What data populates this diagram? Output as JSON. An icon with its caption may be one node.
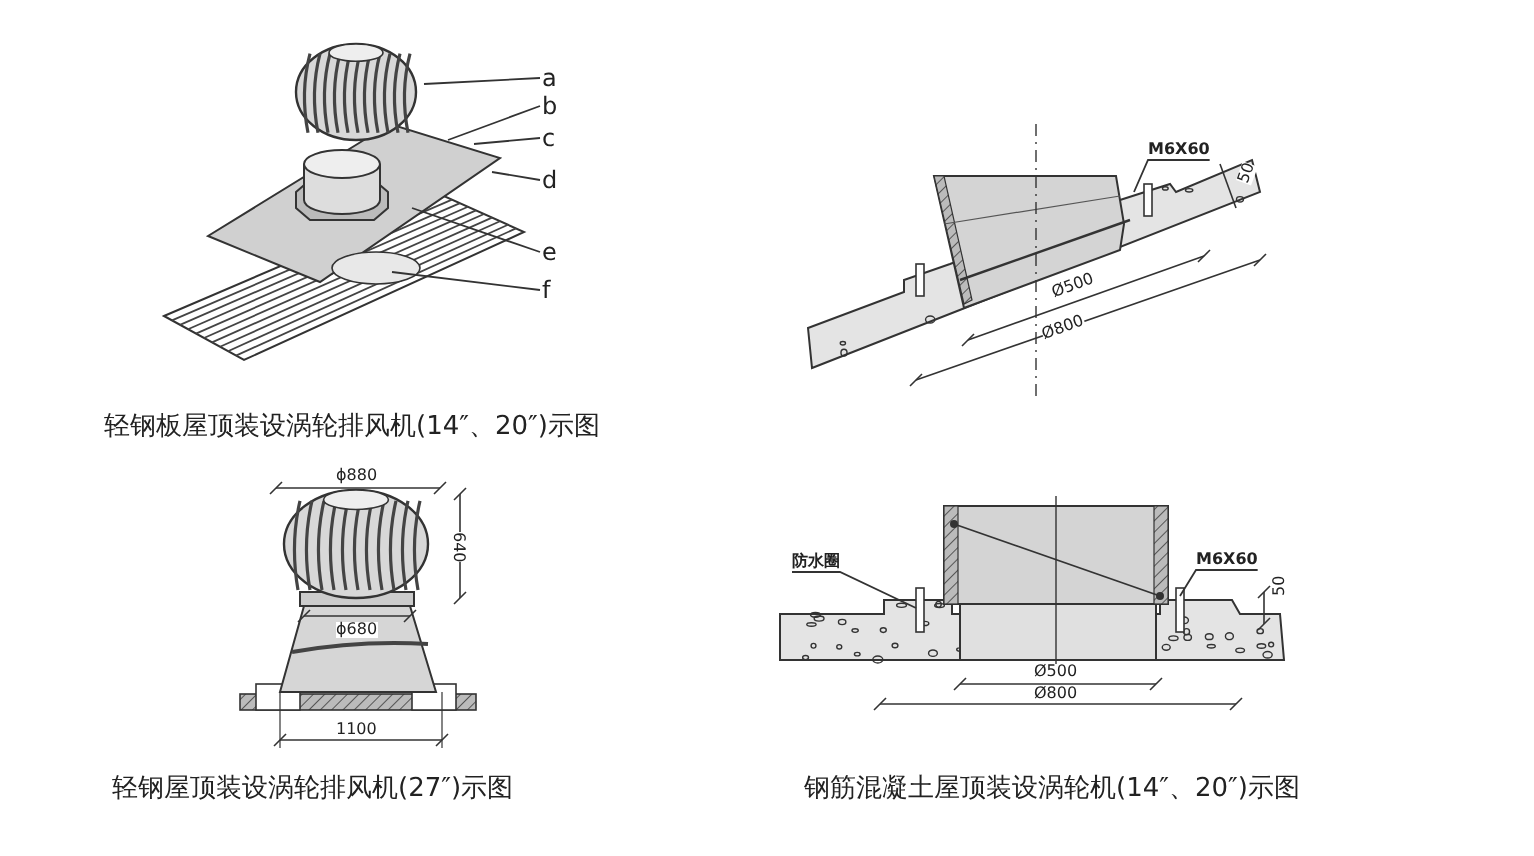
{
  "diagram": {
    "nodes": [
      {
        "text": [
          "a"
        ]
      },
      {
        "text": [
          "b"
        ]
      },
      {
        "text": [
          "c"
        ]
      },
      {
        "text": [
          "d"
        ]
      },
      {
        "text": [
          "e"
        ]
      },
      {
        "text": [
          "f"
        ]
      },
      {
        "text": [
          "M6X60"
        ]
      },
      {
        "text": [
          "防水圈"
        ]
      },
      {
        "text": [
          "M6X60"
        ]
      }
    ],
    "edges": [
      {
        "from": 0,
        "to": null,
        "arrow": "none"
      },
      {
        "from": 1,
        "to": null,
        "arrow": "none"
      },
      {
        "from": 2,
        "to": null,
        "arrow": "none"
      },
      {
        "from": 3,
        "to": null,
        "arrow": "none"
      },
      {
        "from": 4,
        "to": null,
        "arrow": "none"
      },
      {
        "from": 5,
        "to": null,
        "arrow": "none"
      },
      {
        "from": 6,
        "to": null,
        "arrow": "none"
      },
      {
        "from": 7,
        "to": null,
        "arrow": "none"
      },
      {
        "from": 8,
        "to": null,
        "arrow": "none"
      }
    ],
    "labels": [
      "50",
      "Ø500",
      "Ø800",
      "轻钢板屋顶装设涡轮排风机(14″、20″)示图",
      "ϕ880",
      "640",
      "ϕ680",
      "1100",
      "50",
      "Ø500",
      "Ø800",
      "轻钢屋顶装设涡轮排风机(27″)示图",
      "钢筋混凝土屋顶装设涡轮机(14″、20″)示图"
    ]
  }
}
